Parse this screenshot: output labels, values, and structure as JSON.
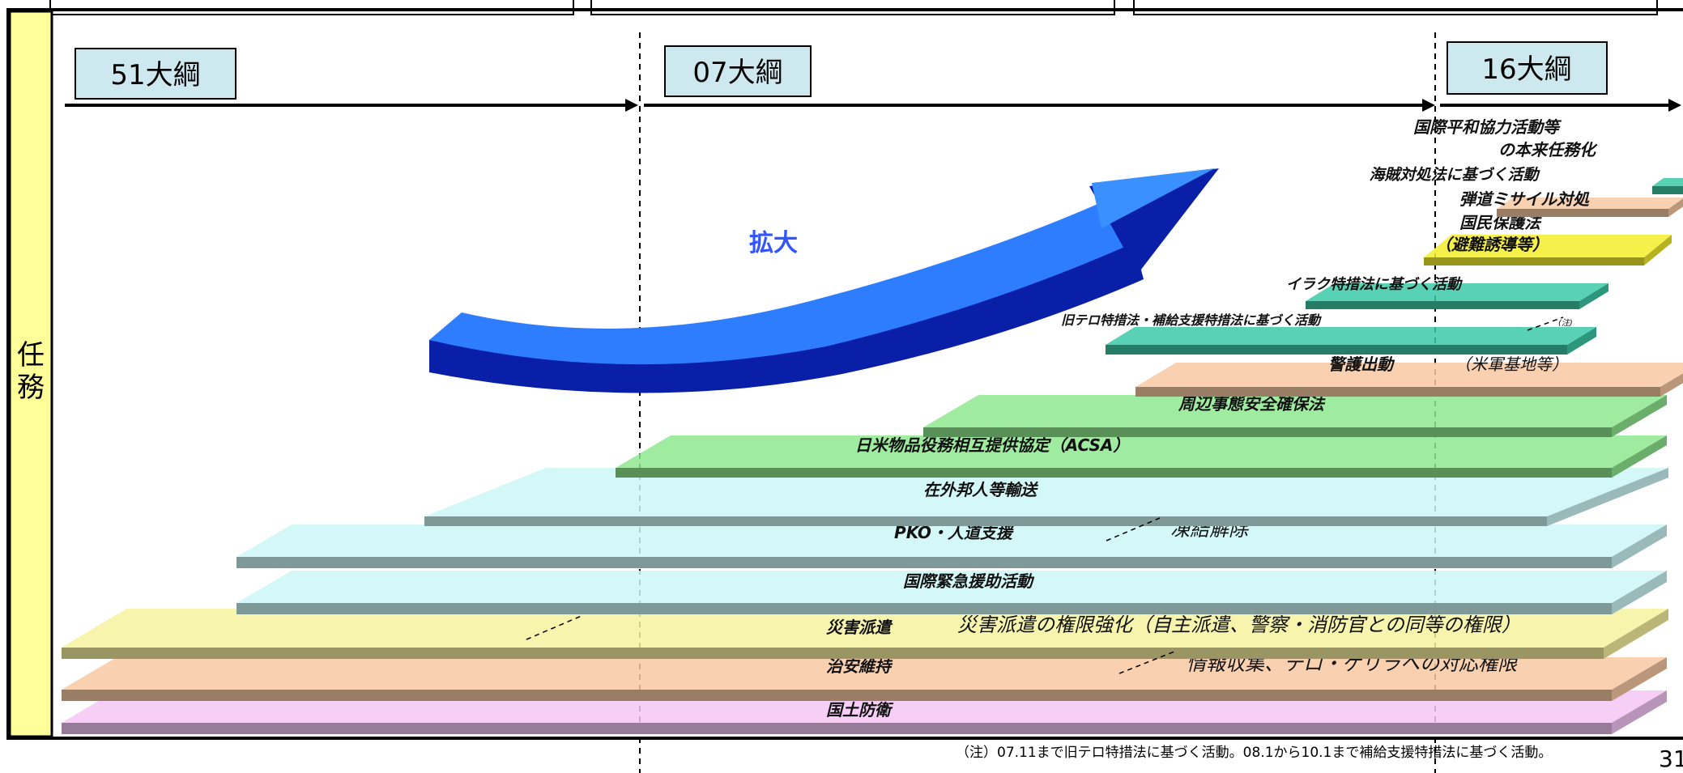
{
  "side_label": "任\n務",
  "eras": [
    {
      "label": "51大綱"
    },
    {
      "label": "07大綱"
    },
    {
      "label": "16大綱"
    }
  ],
  "expansion_label": "拡大",
  "colors": {
    "side_bar": "#ffff99",
    "era_box": "#cde8ee",
    "arrow": "#1e5bff",
    "pink": "#f5c6f5",
    "orange": "#f8c9a3",
    "yellow": "#f6f2a0",
    "cyan": "#cdf7f7",
    "green": "#8ee88e",
    "teal": "#3cc9a8",
    "brightyellow": "#f4ee2a",
    "expansion_text": "#3355ff"
  },
  "layers": [
    {
      "label": "国土防衛",
      "note": "",
      "color": "pink"
    },
    {
      "label": "治安維持",
      "note": "情報収集、テロ・ゲリラへの対応権限",
      "color": "orange"
    },
    {
      "label": "災害派遣",
      "note": "災害派遣の権限強化（自主派遣、警察・消防官との同等の権限）",
      "color": "yellow"
    },
    {
      "label": "国際緊急援助活動",
      "note": "",
      "color": "cyan"
    },
    {
      "label": "PKO・人道支援",
      "note": "凍結解除",
      "color": "cyan"
    },
    {
      "label": "在外邦人等輸送",
      "note": "",
      "color": "cyan"
    },
    {
      "label": "日米物品役務相互提供協定（ACSA）",
      "note": "",
      "color": "green"
    },
    {
      "label": "周辺事態安全確保法",
      "note": "",
      "color": "green"
    },
    {
      "label": "警護出動",
      "note": "（米軍基地等）",
      "color": "orange"
    },
    {
      "label": "旧テロ特措法・補給支援特措法に基づく活動",
      "note": "(注)",
      "color": "teal"
    },
    {
      "label": "イラク特措法に基づく活動",
      "note": "",
      "color": "teal"
    },
    {
      "label": "国民保護法",
      "note": "（避難誘導等）",
      "color": "brightyellow"
    },
    {
      "label": "弾道ミサイル対処",
      "note": "",
      "color": "orange"
    },
    {
      "label": "海賊対処法に基づく活動",
      "note": "",
      "color": "teal"
    },
    {
      "label": "国際平和協力活動等",
      "note": "の本来任務化",
      "color": "teal"
    }
  ],
  "footnote": "（注）07.11まで旧テロ特措法に基づく活動。08.1から10.1まで補給支援特措法に基づく活動。",
  "page_number": "31"
}
